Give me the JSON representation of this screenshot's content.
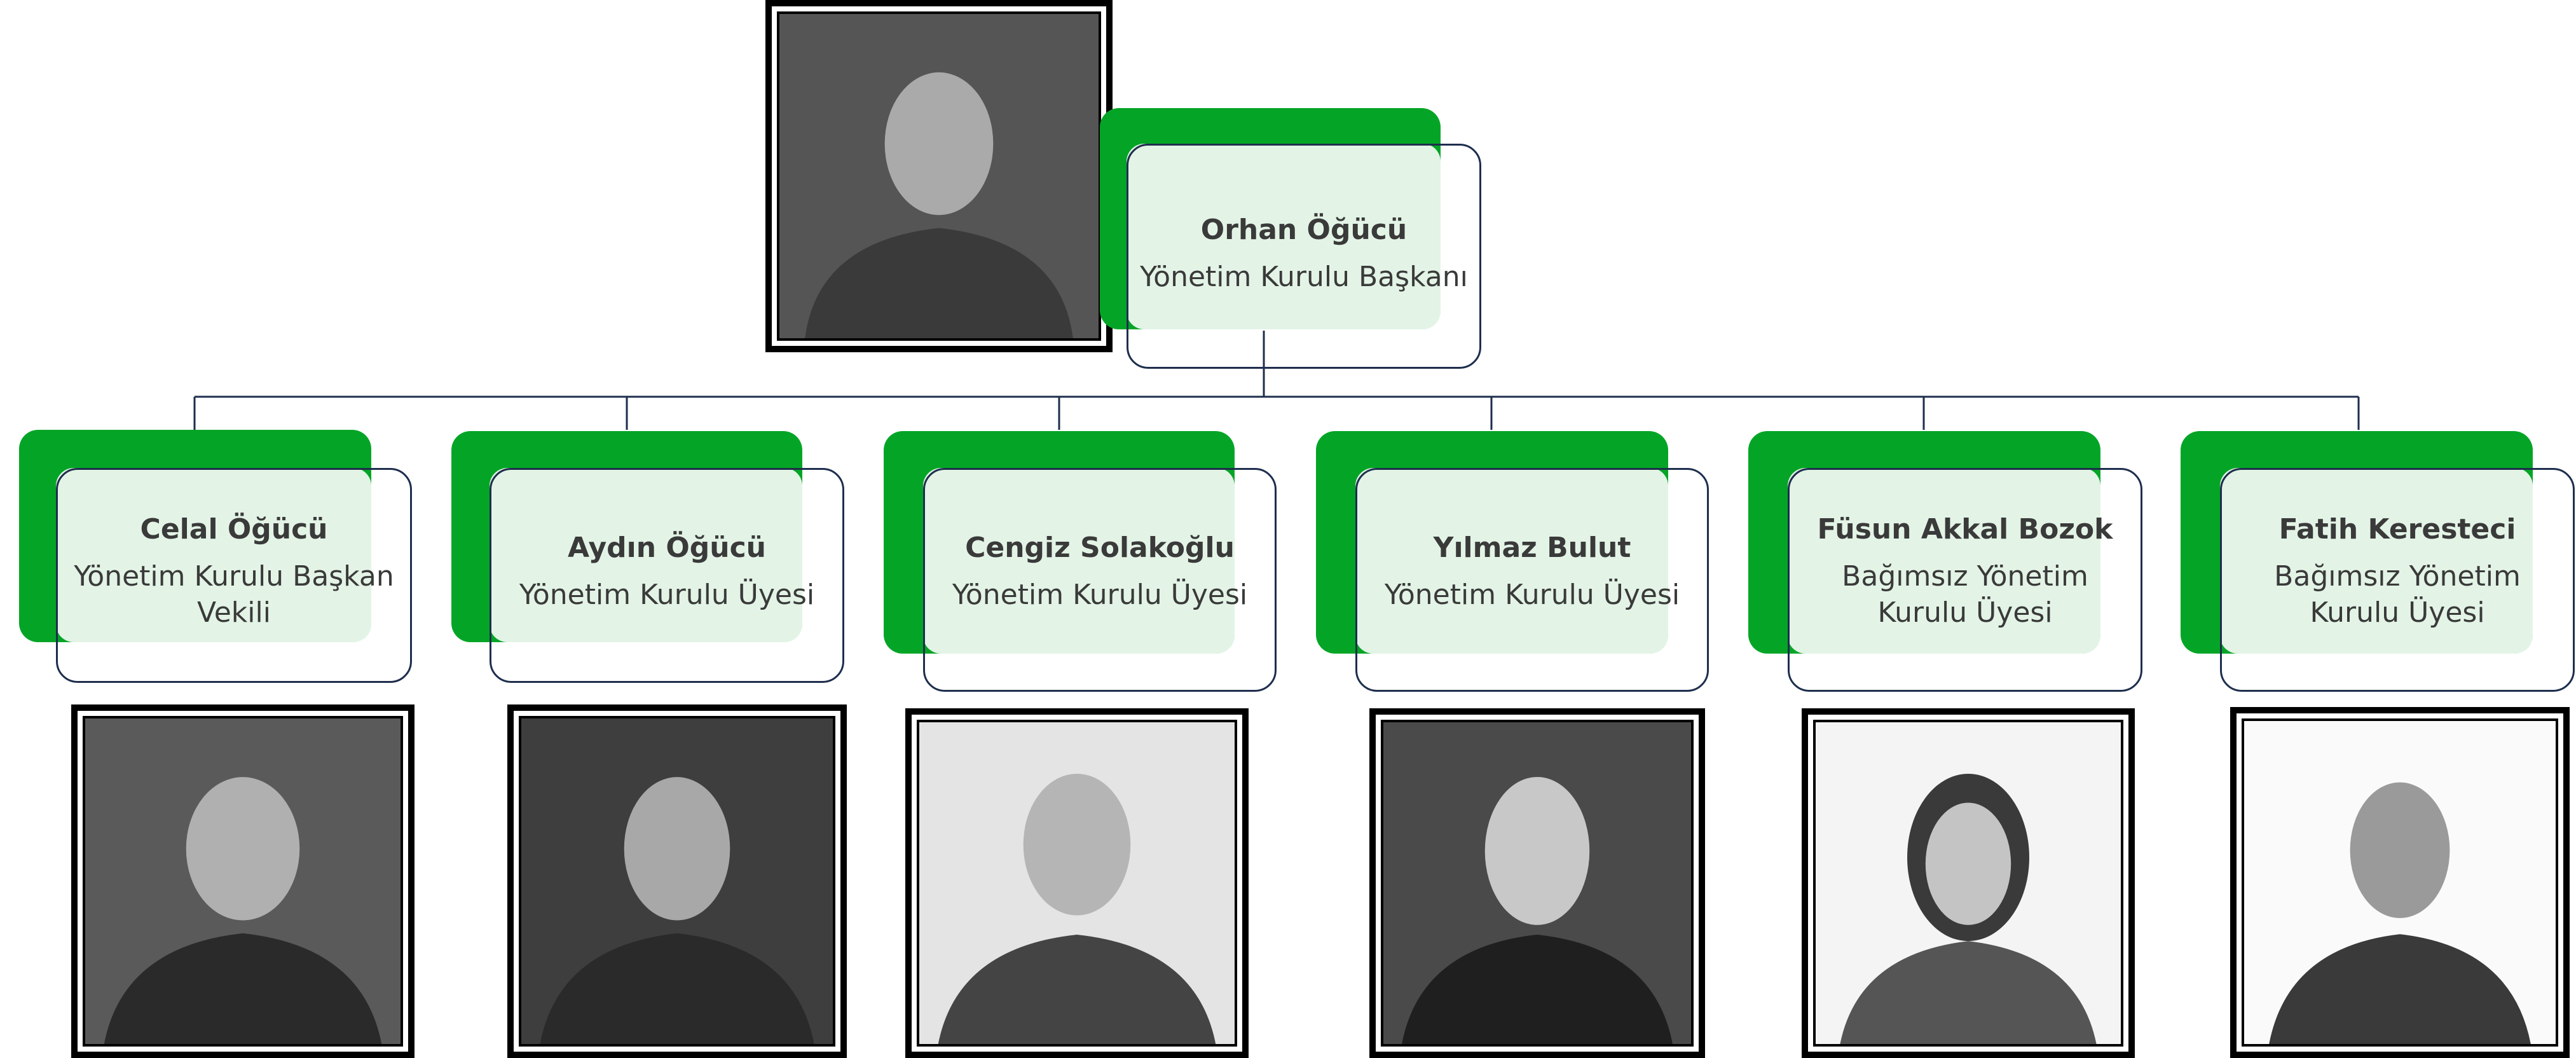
{
  "colors": {
    "accent_green": "#04a526",
    "tint_green": "#e3f4e6",
    "line_navy": "#1e2e4d",
    "text": "#3a3a3a"
  },
  "chairman": {
    "name": "Orhan Öğücü",
    "role": "Yönetim Kurulu Başkanı",
    "photo_icon": "portrait-photo",
    "photo_tone": "dark"
  },
  "members": [
    {
      "name": "Celal Öğücü",
      "role": "Yönetim Kurulu Başkan Vekili",
      "photo_icon": "portrait-photo",
      "photo_tone": "dark"
    },
    {
      "name": "Aydın Öğücü",
      "role": "Yönetim Kurulu Üyesi",
      "photo_icon": "portrait-photo",
      "photo_tone": "dark"
    },
    {
      "name": "Cengiz Solakoğlu",
      "role": "Yönetim Kurulu Üyesi",
      "photo_icon": "portrait-photo",
      "photo_tone": "light"
    },
    {
      "name": "Yılmaz Bulut",
      "role": "Yönetim Kurulu Üyesi",
      "photo_icon": "portrait-photo",
      "photo_tone": "dark"
    },
    {
      "name": "Füsun Akkal Bozok",
      "role": "Bağımsız Yönetim Kurulu Üyesi",
      "photo_icon": "portrait-photo",
      "photo_tone": "light"
    },
    {
      "name": "Fatih Keresteci",
      "role": "Bağımsız Yönetim Kurulu Üyesi",
      "photo_icon": "portrait-photo",
      "photo_tone": "light"
    }
  ]
}
